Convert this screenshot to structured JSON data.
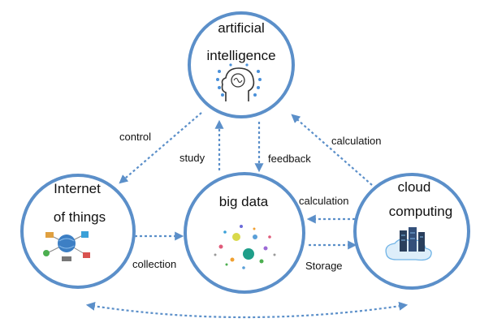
{
  "nodes": {
    "ai": {
      "line1": "artificial",
      "line2": "intelligence",
      "icon": "brain-head-icon"
    },
    "iot": {
      "line1": "Internet",
      "line2": "of things",
      "icon": "iot-network-icon"
    },
    "bigdata": {
      "line1": "big data",
      "icon": "data-scatter-icon"
    },
    "cloud": {
      "line1": "cloud",
      "line2": "computing",
      "icon": "server-cloud-icon"
    }
  },
  "edges": {
    "control": "control",
    "study": "study",
    "feedback": "feedback",
    "calculation_top": "calculation",
    "calculation_mid": "calculation",
    "collection": "collection",
    "storage": "Storage"
  },
  "colors": {
    "stroke": "#5b8fc9",
    "text": "#111111"
  }
}
